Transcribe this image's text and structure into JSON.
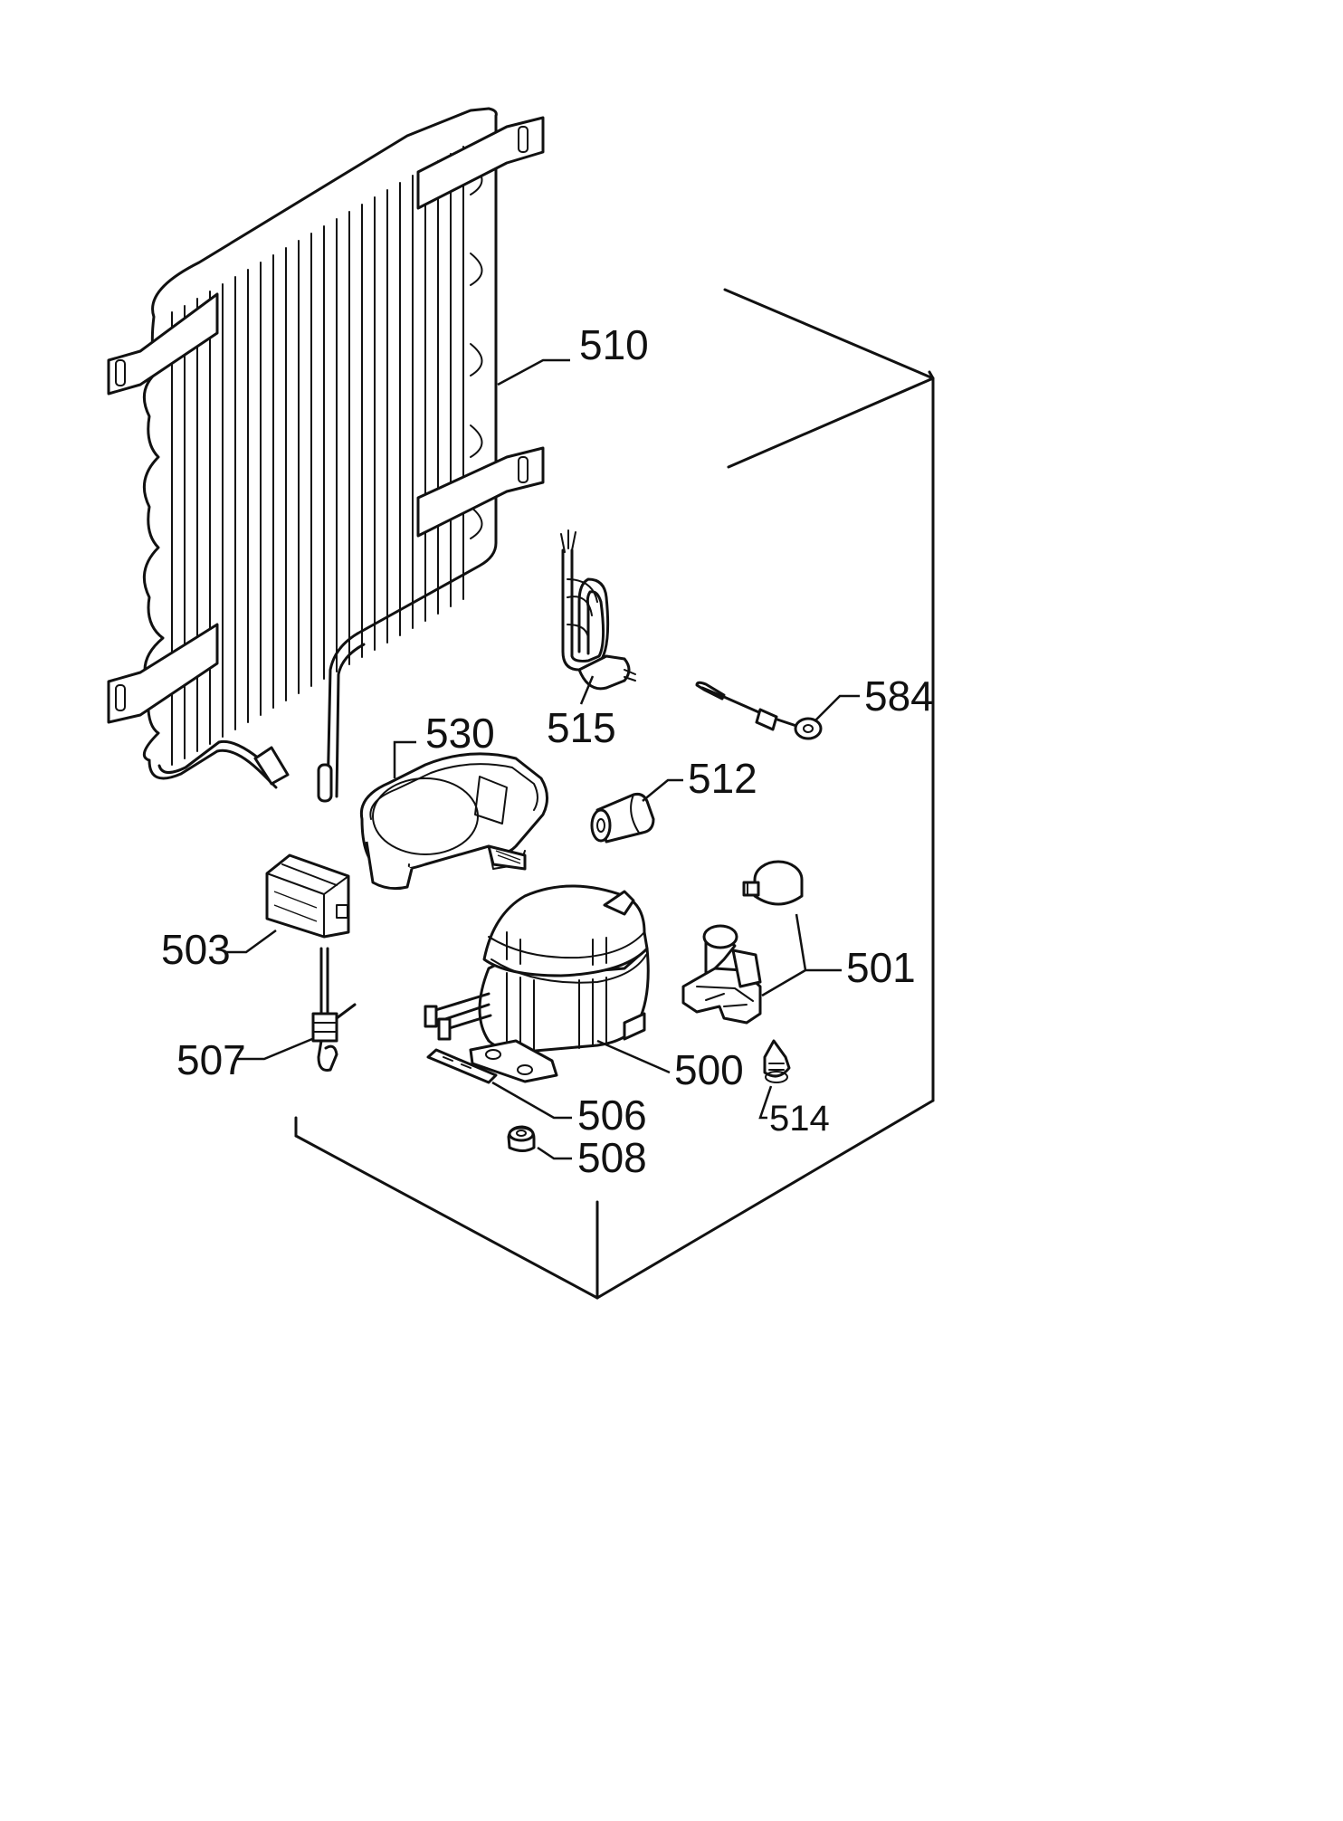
{
  "parts": [
    {
      "id": "condenser",
      "label": "510"
    },
    {
      "id": "mains-cable",
      "label": "515"
    },
    {
      "id": "thermal-fuse",
      "label": "584"
    },
    {
      "id": "drip-tray",
      "label": "530"
    },
    {
      "id": "grommet",
      "label": "512"
    },
    {
      "id": "relay-box",
      "label": "503"
    },
    {
      "id": "starter-relay",
      "label": "501"
    },
    {
      "id": "filter-drier",
      "label": "507"
    },
    {
      "id": "compressor",
      "label": "500"
    },
    {
      "id": "mounting-bracket",
      "label": "506"
    },
    {
      "id": "clip",
      "label": "514"
    },
    {
      "id": "rubber-foot",
      "label": "508"
    }
  ]
}
